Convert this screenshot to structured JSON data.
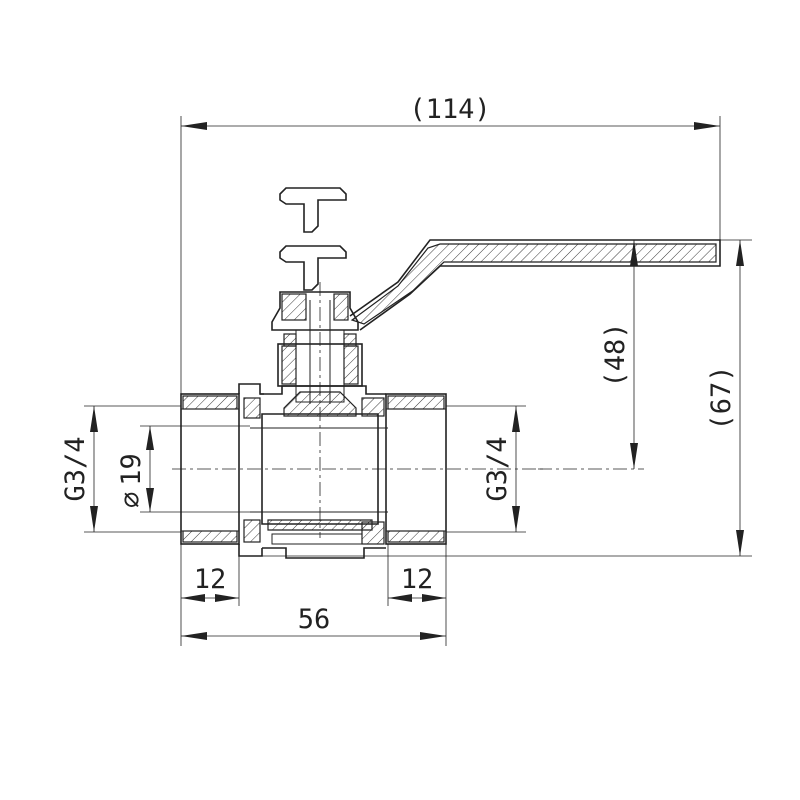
{
  "dimensions": {
    "overall_length": "(114)",
    "body_length": "56",
    "thread_depth_left": "12",
    "thread_depth_right": "12",
    "handle_height": "(48)",
    "total_height": "(67)",
    "bore_diameter": "19",
    "thread_left": "G3/4",
    "thread_right": "G3/4"
  },
  "symbols": {
    "diameter": "⌀"
  },
  "colors": {
    "line": "#222222",
    "background": "#ffffff"
  }
}
